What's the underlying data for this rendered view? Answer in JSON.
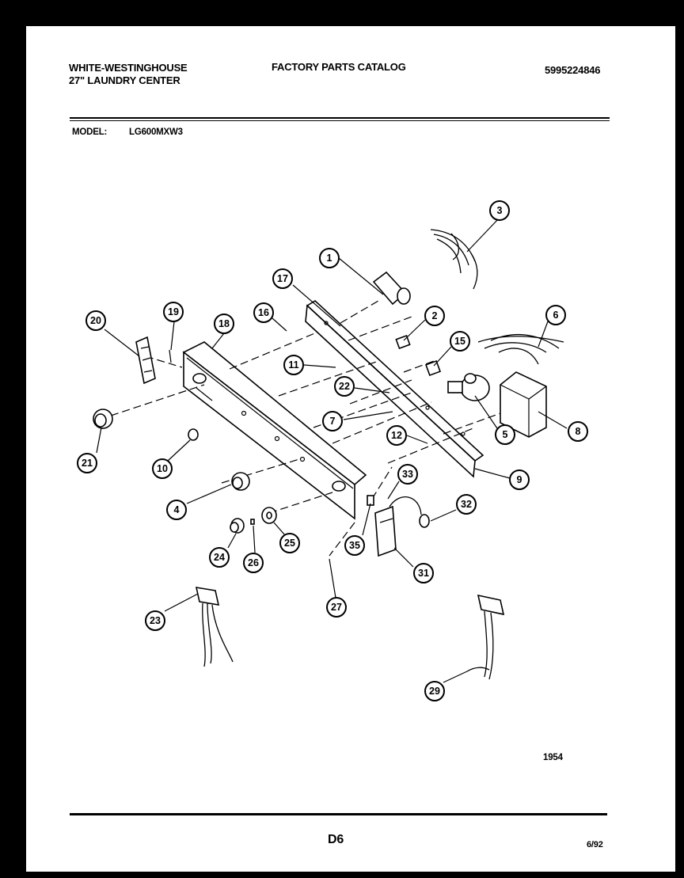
{
  "header": {
    "brand_line1": "WHITE-WESTINGHOUSE",
    "brand_line2": "27\" LAUNDRY CENTER",
    "catalog_title": "FACTORY PARTS CATALOG",
    "catalog_number": "5995224846",
    "model_label": "MODEL:",
    "model_value": "LG600MXW3"
  },
  "diagram": {
    "callouts": [
      "1",
      "2",
      "3",
      "4",
      "5",
      "6",
      "7",
      "8",
      "9",
      "10",
      "11",
      "12",
      "15",
      "16",
      "17",
      "18",
      "19",
      "20",
      "21",
      "22",
      "23",
      "24",
      "25",
      "26",
      "27",
      "29",
      "31",
      "32",
      "33",
      "35"
    ],
    "figure_number": "1954"
  },
  "footer": {
    "page_code": "D6",
    "date_code": "6/92"
  }
}
